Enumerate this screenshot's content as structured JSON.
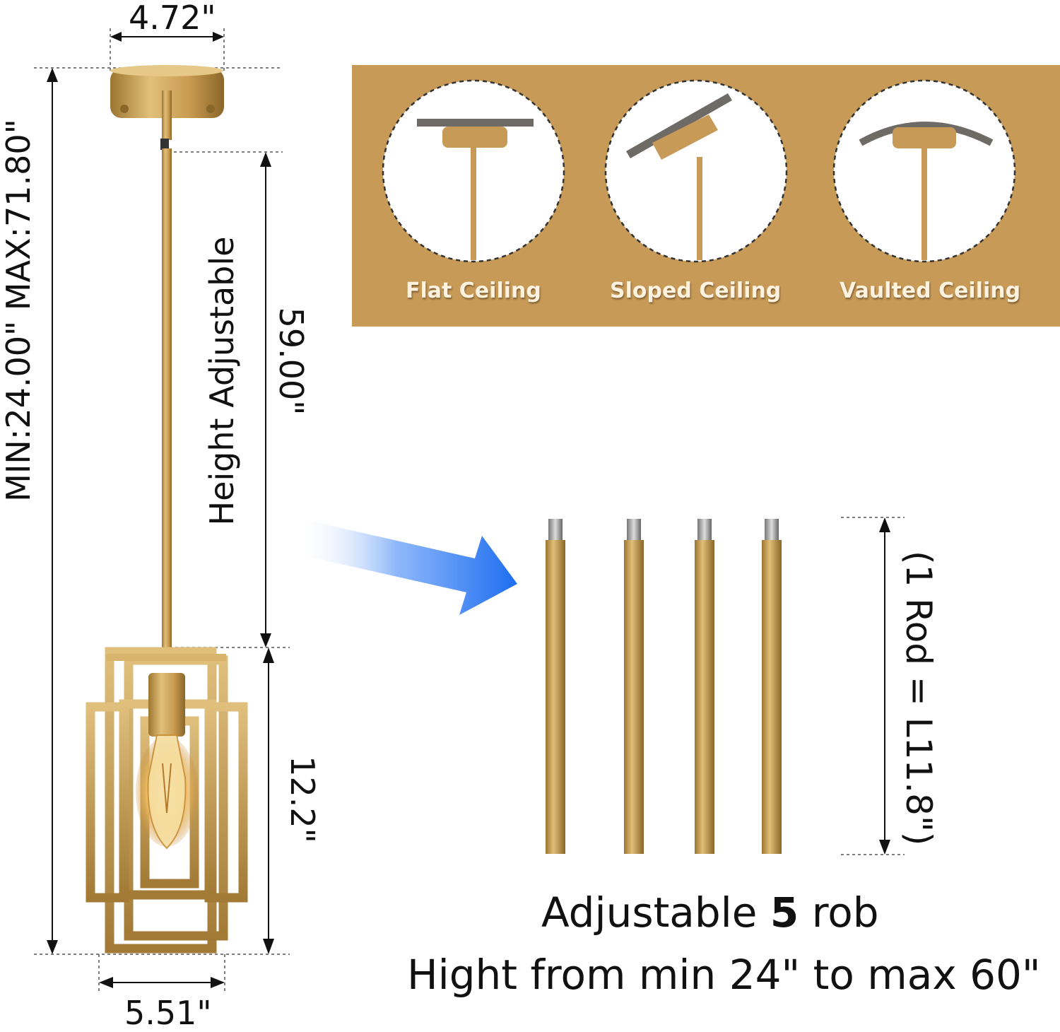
{
  "dimensions": {
    "canopy_width": "4.72\"",
    "total_height": "MIN:24.00\"  MAX:71.80\"",
    "height_adjustable": "Height Adjustable",
    "rod_length": "59.00\"",
    "cage_height": "12.2\"",
    "cage_width": "5.51\""
  },
  "ceiling_types": [
    {
      "label": "Flat Ceiling"
    },
    {
      "label": "Sloped Ceiling"
    },
    {
      "label": "Vaulted Ceiling"
    }
  ],
  "rods": {
    "unit_label": "(1 Rod = L11.8\")",
    "count": 5
  },
  "caption": {
    "line1_pre": "Adjustable ",
    "line1_num": "5",
    "line1_post": " rob",
    "line2": "Hight from min 24\" to max 60\""
  },
  "colors": {
    "gold": "#c89a58",
    "arrow_blue": "#1e6ef0"
  }
}
